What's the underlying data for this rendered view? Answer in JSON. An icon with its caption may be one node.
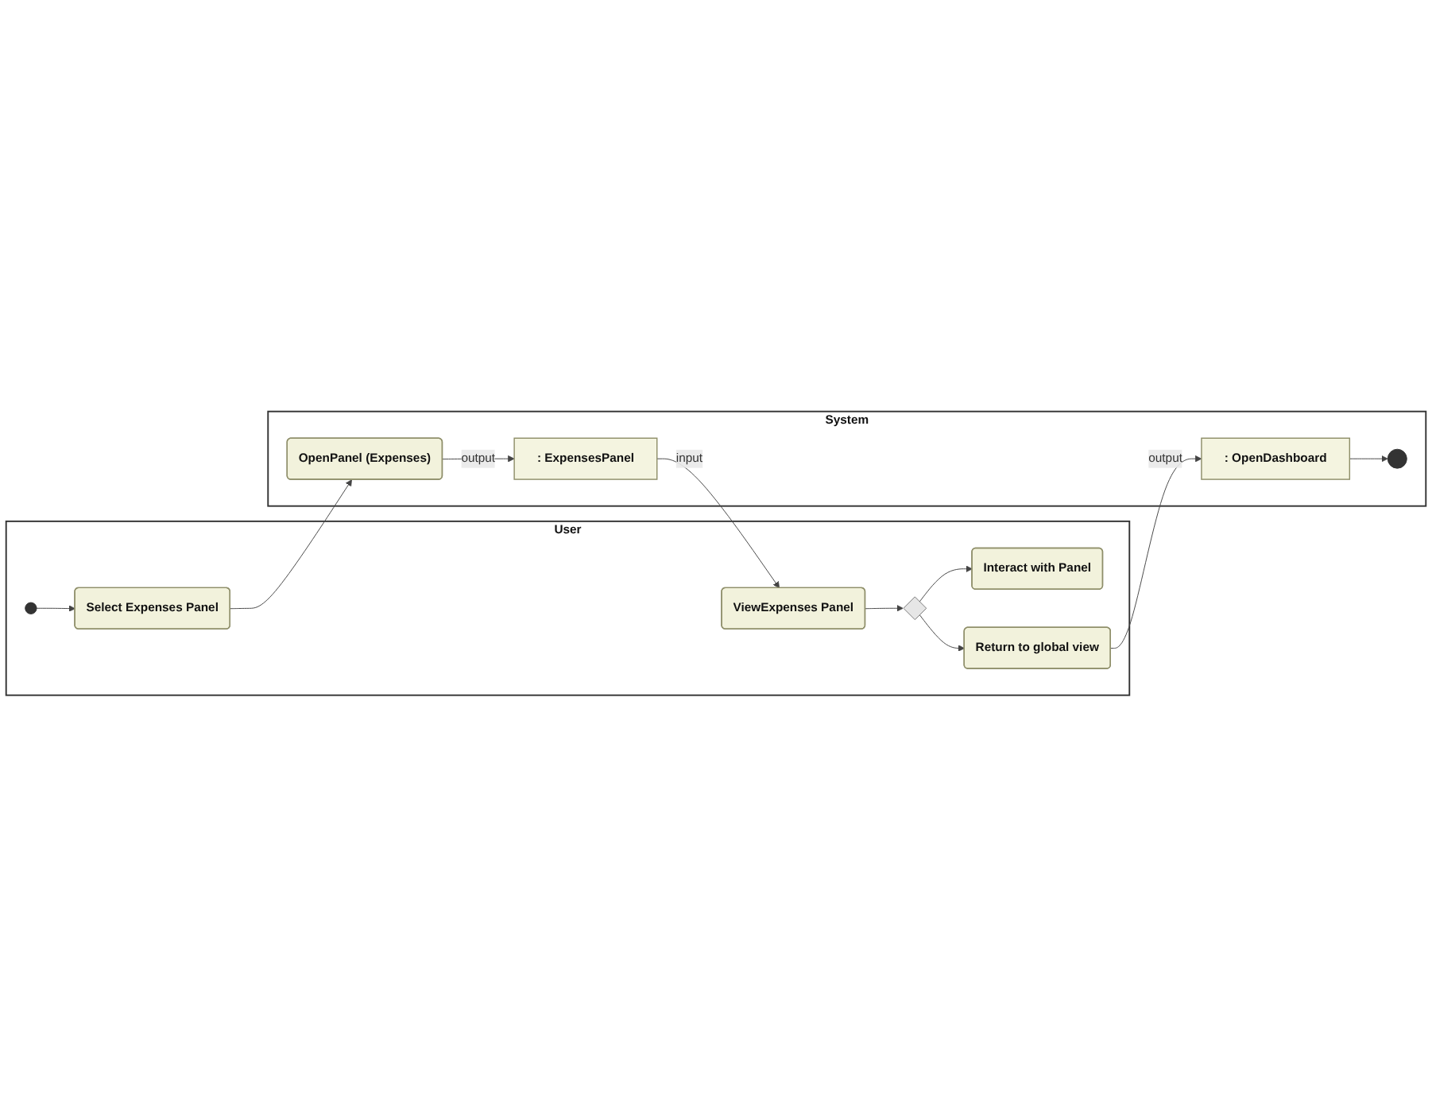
{
  "diagram": {
    "nodes": [
      {
        "text": [
          "User"
        ]
      },
      {
        "text": [
          "System"
        ]
      },
      {
        "text": [],
        "shape": "circle",
        "in": 0
      },
      {
        "text": [
          "Select Expenses Panel"
        ],
        "in": 0
      },
      {
        "text": [
          "OpenPanel (Expenses)"
        ],
        "in": 1
      },
      {
        "text": [
          ": ExpensesPanel"
        ],
        "in": 1
      },
      {
        "text": [
          "ViewExpenses Panel"
        ],
        "in": 0
      },
      {
        "text": [],
        "shape": "diamond",
        "in": 0
      },
      {
        "text": [
          "Interact with Panel"
        ],
        "in": 0
      },
      {
        "text": [
          "Return to global view"
        ],
        "in": 0
      },
      {
        "text": [
          ": OpenDashboard"
        ],
        "in": 1
      },
      {
        "text": [],
        "shape": "circle",
        "in": 1
      }
    ],
    "edges": [
      {
        "from": 2,
        "to": 3,
        "arrow": "to"
      },
      {
        "from": 3,
        "to": 4,
        "arrow": "to"
      },
      {
        "from": 4,
        "to": 5,
        "arrow": "to",
        "label": "output"
      },
      {
        "from": 5,
        "to": 6,
        "arrow": "to",
        "label": "input"
      },
      {
        "from": 6,
        "to": 7,
        "arrow": "to"
      },
      {
        "from": 7,
        "to": 8,
        "arrow": "to"
      },
      {
        "from": 7,
        "to": 9,
        "arrow": "to"
      },
      {
        "from": 9,
        "to": 10,
        "arrow": "to",
        "label": "output"
      },
      {
        "from": 10,
        "to": 11,
        "arrow": "to"
      }
    ]
  }
}
